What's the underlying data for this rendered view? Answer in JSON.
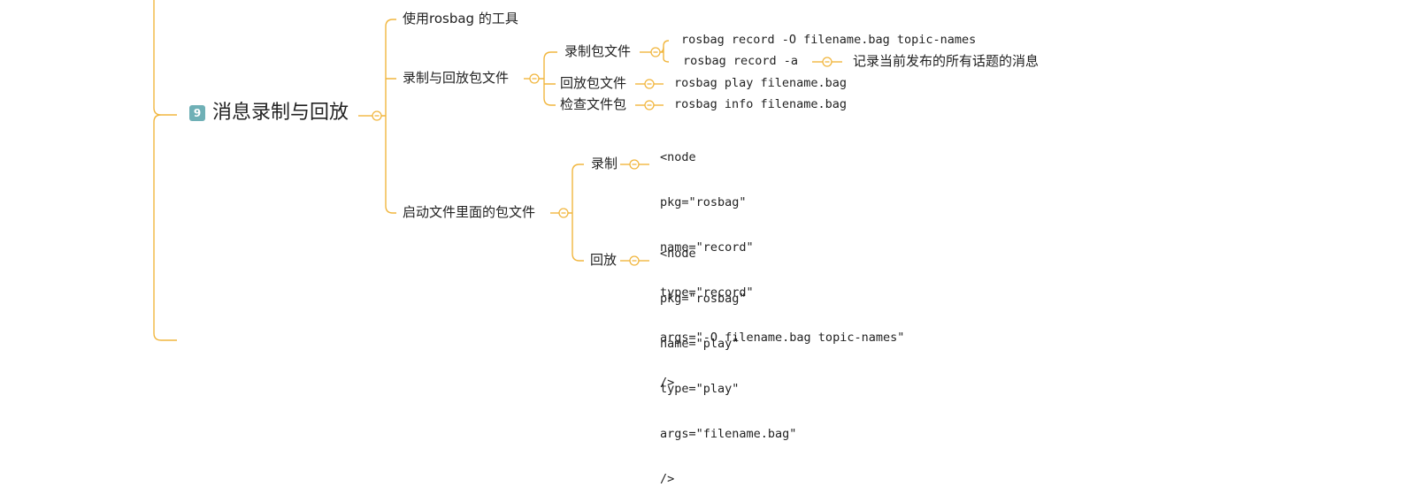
{
  "root": {
    "badge": "9",
    "title": "消息录制与回放"
  },
  "branches": {
    "tools": "使用rosbag 的工具",
    "record_playback": {
      "label": "录制与回放包文件",
      "record": {
        "label": "录制包文件",
        "cmd1": "rosbag record -O filename.bag topic-names",
        "cmd2": "rosbag record -a",
        "cmd2_note": "记录当前发布的所有话题的消息"
      },
      "playback": {
        "label": "回放包文件",
        "cmd": "rosbag play filename.bag"
      },
      "inspect": {
        "label": "检查文件包",
        "cmd": "rosbag info filename.bag"
      }
    },
    "launch": {
      "label": "启动文件里面的包文件",
      "record": {
        "label": "录制",
        "code": [
          "<node",
          "pkg=\"rosbag\"",
          "name=\"record\"",
          "type=\"record\"",
          "args=\"-O filename.bag topic-names\"",
          "/>"
        ]
      },
      "playback": {
        "label": "回放",
        "code": [
          "<node",
          "pkg=\"rosbag\"",
          "name=\"play\"",
          "type=\"play\"",
          "args=\"filename.bag\"",
          "/>"
        ]
      }
    }
  },
  "colors": {
    "connector": "#f1b63e",
    "badge": "#6fb0b6"
  }
}
